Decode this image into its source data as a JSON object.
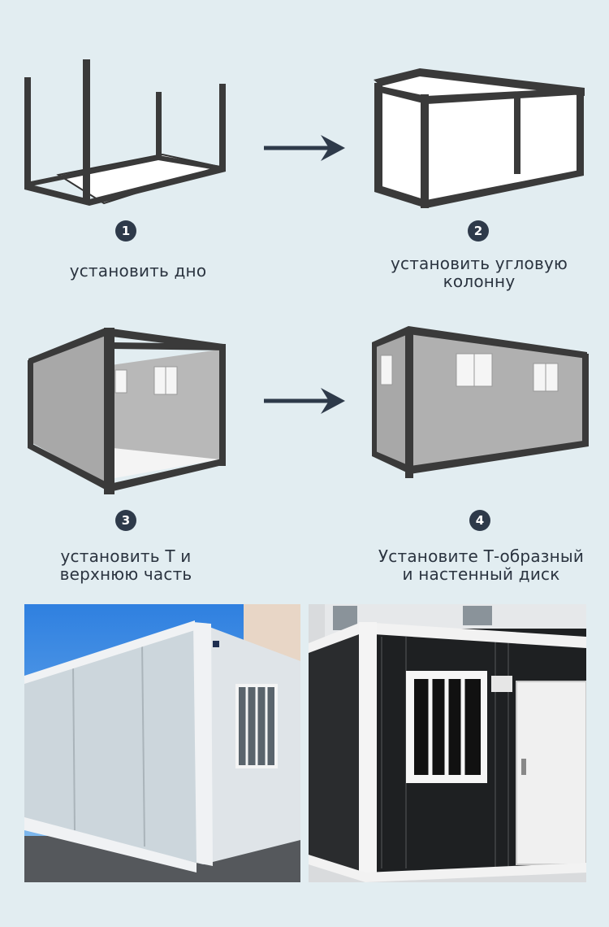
{
  "steps": [
    {
      "number": "1",
      "caption_lines": [
        "установить дно"
      ]
    },
    {
      "number": "2",
      "caption_lines": [
        "установить угловую",
        "колонну"
      ]
    },
    {
      "number": "3",
      "caption_lines": [
        "установить T и",
        "верхнюю часть"
      ]
    },
    {
      "number": "4",
      "caption_lines": [
        "Установите Т-образный",
        "и настенный диск"
      ]
    }
  ],
  "colors": {
    "background": "#e2edf1",
    "frame": "#3a3a3a",
    "badge": "#2e3a4a",
    "arrow": "#2e3a4a",
    "panel_gray": "#a9a9a9"
  },
  "icons": [
    "arrow-right-icon",
    "arrow-right-icon"
  ],
  "photos": [
    {
      "name": "photo-white-container"
    },
    {
      "name": "photo-black-container"
    }
  ]
}
